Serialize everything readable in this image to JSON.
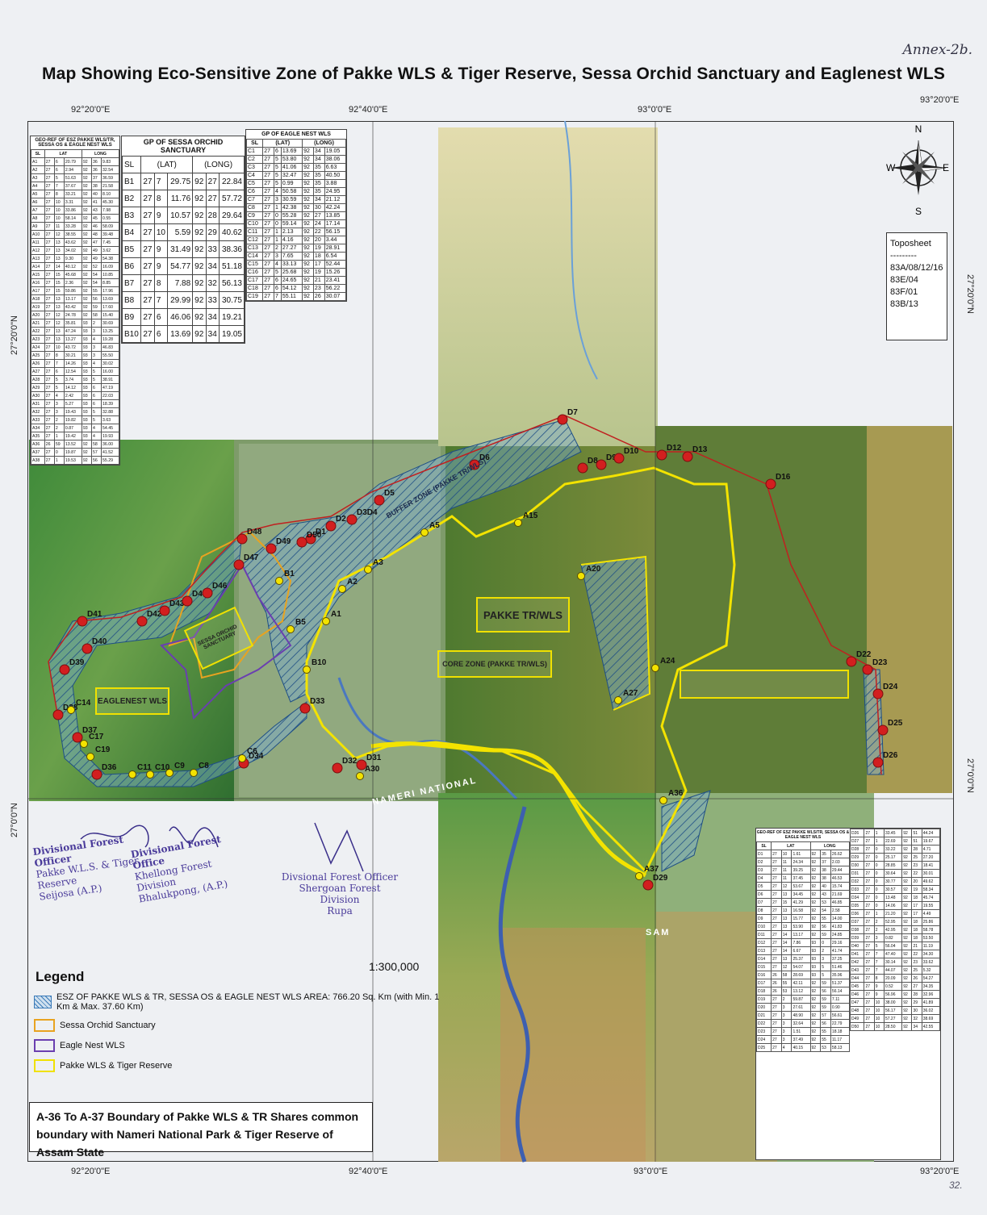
{
  "annex": "Annex-2b.",
  "title": "Map Showing Eco-Sensitive Zone of  Pakke WLS & Tiger Reserve, Sessa Orchid Sanctuary and Eaglenest WLS",
  "lon_labels": [
    "92°20'0\"E",
    "92°40'0\"E",
    "93°0'0\"E",
    "93°20'0\"E"
  ],
  "lat_labels": [
    "27°20'0\"N",
    "27°0'0\"N"
  ],
  "compass": {
    "n": "N",
    "s": "S",
    "e": "E",
    "w": "W"
  },
  "toposheet": {
    "title": "Toposheet",
    "sep": "---------",
    "sheets": [
      "83A/08/12/16",
      "83E/04",
      "83F/01",
      "83B/13"
    ]
  },
  "gp_a": {
    "title": "GEO-REF OF ESZ PAKKE WLS/TR, SESSA OS & EAGLE NEST WLS",
    "headers": [
      "SL",
      "LAT",
      "LONG"
    ],
    "rows": [
      [
        "A1",
        "27",
        "6",
        "20.79",
        "92",
        "36",
        "9.83"
      ],
      [
        "A2",
        "27",
        "6",
        "2.94",
        "92",
        "36",
        "32.54"
      ],
      [
        "A3",
        "27",
        "5",
        "51.63",
        "92",
        "37",
        "36.59"
      ],
      [
        "A4",
        "27",
        "7",
        "37.67",
        "92",
        "38",
        "21.58"
      ],
      [
        "A5",
        "27",
        "8",
        "33.21",
        "92",
        "40",
        "8.10"
      ],
      [
        "A6",
        "27",
        "10",
        "3.31",
        "92",
        "41",
        "45.30"
      ],
      [
        "A7",
        "27",
        "10",
        "33.86",
        "92",
        "43",
        "7.98"
      ],
      [
        "A8",
        "27",
        "10",
        "58.14",
        "92",
        "45",
        "0.55"
      ],
      [
        "A9",
        "27",
        "11",
        "33.28",
        "92",
        "46",
        "58.09"
      ],
      [
        "A10",
        "27",
        "12",
        "38.55",
        "92",
        "48",
        "39.48"
      ],
      [
        "A11",
        "27",
        "13",
        "43.62",
        "92",
        "47",
        "7.45"
      ],
      [
        "A12",
        "27",
        "13",
        "34.02",
        "92",
        "49",
        "3.62"
      ],
      [
        "A13",
        "27",
        "13",
        "9.30",
        "92",
        "49",
        "54.38"
      ],
      [
        "A14",
        "27",
        "14",
        "40.12",
        "92",
        "52",
        "16.09"
      ],
      [
        "A15",
        "27",
        "15",
        "45.68",
        "92",
        "54",
        "10.85"
      ],
      [
        "A16",
        "27",
        "15",
        "2.36",
        "92",
        "54",
        "8.85"
      ],
      [
        "A17",
        "27",
        "15",
        "59.86",
        "92",
        "55",
        "17.96"
      ],
      [
        "A18",
        "27",
        "13",
        "13.17",
        "92",
        "56",
        "13.69"
      ],
      [
        "A19",
        "27",
        "13",
        "43.42",
        "92",
        "59",
        "17.60"
      ],
      [
        "A20",
        "27",
        "12",
        "24.78",
        "92",
        "58",
        "15.40"
      ],
      [
        "A21",
        "27",
        "12",
        "35.81",
        "93",
        "2",
        "30.69"
      ],
      [
        "A22",
        "27",
        "13",
        "47.24",
        "93",
        "3",
        "13.25"
      ],
      [
        "A23",
        "27",
        "13",
        "13.27",
        "93",
        "4",
        "19.28"
      ],
      [
        "A24",
        "27",
        "10",
        "43.72",
        "93",
        "3",
        "46.83"
      ],
      [
        "A25",
        "27",
        "8",
        "30.21",
        "93",
        "3",
        "55.50"
      ],
      [
        "A26",
        "27",
        "7",
        "14.26",
        "93",
        "4",
        "30.02"
      ],
      [
        "A27",
        "27",
        "6",
        "12.54",
        "93",
        "5",
        "16.00"
      ],
      [
        "A28",
        "27",
        "5",
        "3.74",
        "93",
        "5",
        "38.91"
      ],
      [
        "A29",
        "27",
        "5",
        "14.12",
        "93",
        "6",
        "47.19"
      ],
      [
        "A30",
        "27",
        "4",
        "2.42",
        "93",
        "6",
        "22.03"
      ],
      [
        "A31",
        "27",
        "3",
        "5.27",
        "93",
        "6",
        "18.39"
      ],
      [
        "A32",
        "27",
        "3",
        "19.43",
        "93",
        "5",
        "32.88"
      ],
      [
        "A33",
        "27",
        "2",
        "19.82",
        "93",
        "5",
        "3.63"
      ],
      [
        "A34",
        "27",
        "2",
        "0.87",
        "93",
        "4",
        "54.45"
      ],
      [
        "A35",
        "27",
        "1",
        "19.42",
        "93",
        "4",
        "19.93"
      ],
      [
        "A36",
        "26",
        "59",
        "13.52",
        "92",
        "58",
        "36.00"
      ],
      [
        "A37",
        "27",
        "0",
        "19.87",
        "92",
        "57",
        "41.52"
      ],
      [
        "A38",
        "27",
        "1",
        "19.53",
        "92",
        "56",
        "55.29"
      ]
    ]
  },
  "gp_b": {
    "title": "GP OF SESSA ORCHID SANCTUARY",
    "headers": [
      "SL",
      "(LAT)",
      "(LONG)"
    ],
    "rows": [
      [
        "B1",
        "27",
        "7",
        "29.75",
        "92",
        "27",
        "22.84"
      ],
      [
        "B2",
        "27",
        "8",
        "11.76",
        "92",
        "27",
        "57.72"
      ],
      [
        "B3",
        "27",
        "9",
        "10.57",
        "92",
        "28",
        "29.64"
      ],
      [
        "B4",
        "27",
        "10",
        "5.59",
        "92",
        "29",
        "40.62"
      ],
      [
        "B5",
        "27",
        "9",
        "31.49",
        "92",
        "33",
        "38.36"
      ],
      [
        "B6",
        "27",
        "9",
        "54.77",
        "92",
        "34",
        "51.18"
      ],
      [
        "B7",
        "27",
        "8",
        "7.88",
        "92",
        "32",
        "56.13"
      ],
      [
        "B8",
        "27",
        "7",
        "29.99",
        "92",
        "33",
        "30.75"
      ],
      [
        "B9",
        "27",
        "6",
        "46.06",
        "92",
        "34",
        "19.21"
      ],
      [
        "B10",
        "27",
        "6",
        "13.69",
        "92",
        "34",
        "19.05"
      ]
    ]
  },
  "gp_c": {
    "title": "GP OF EAGLE NEST WLS",
    "headers": [
      "SL",
      "(LAT)",
      "(LONG)"
    ],
    "rows": [
      [
        "C1",
        "27",
        "6",
        "13.69",
        "92",
        "34",
        "19.05"
      ],
      [
        "C2",
        "27",
        "5",
        "53.80",
        "92",
        "34",
        "38.06"
      ],
      [
        "C3",
        "27",
        "5",
        "41.06",
        "92",
        "35",
        "6.63"
      ],
      [
        "C4",
        "27",
        "5",
        "32.47",
        "92",
        "35",
        "40.50"
      ],
      [
        "C5",
        "27",
        "5",
        "0.99",
        "92",
        "35",
        "3.88"
      ],
      [
        "C6",
        "27",
        "4",
        "50.58",
        "92",
        "35",
        "24.95"
      ],
      [
        "C7",
        "27",
        "3",
        "30.59",
        "92",
        "34",
        "21.12"
      ],
      [
        "C8",
        "27",
        "1",
        "42.38",
        "92",
        "30",
        "42.24"
      ],
      [
        "C9",
        "27",
        "0",
        "55.28",
        "92",
        "27",
        "13.85"
      ],
      [
        "C10",
        "27",
        "0",
        "59.14",
        "92",
        "24",
        "17.14"
      ],
      [
        "C11",
        "27",
        "1",
        "2.13",
        "92",
        "22",
        "56.15"
      ],
      [
        "C12",
        "27",
        "1",
        "4.16",
        "92",
        "20",
        "3.44"
      ],
      [
        "C13",
        "27",
        "2",
        "27.27",
        "92",
        "19",
        "28.91"
      ],
      [
        "C14",
        "27",
        "3",
        "7.65",
        "92",
        "18",
        "6.54"
      ],
      [
        "C15",
        "27",
        "4",
        "33.13",
        "92",
        "17",
        "52.44"
      ],
      [
        "C16",
        "27",
        "5",
        "25.68",
        "92",
        "19",
        "15.26"
      ],
      [
        "C17",
        "27",
        "6",
        "24.65",
        "92",
        "21",
        "23.41"
      ],
      [
        "C18",
        "27",
        "6",
        "54.12",
        "92",
        "23",
        "56.22"
      ],
      [
        "C19",
        "27",
        "7",
        "55.11",
        "92",
        "26",
        "30.07"
      ]
    ]
  },
  "gp_d": {
    "title": "GEO-REF OF ESZ PAKKE WLS/TR, SESSA OS & EAGLE NEST WLS",
    "headers": [
      "SL",
      "LAT",
      "LONG"
    ],
    "left_rows": [
      [
        "D1",
        "27",
        "10",
        "1.61",
        "92",
        "35",
        "26.62"
      ],
      [
        "D2",
        "27",
        "11",
        "24.34",
        "92",
        "37",
        "2.03"
      ],
      [
        "D3",
        "27",
        "11",
        "39.25",
        "92",
        "38",
        "29.44"
      ],
      [
        "D4",
        "27",
        "11",
        "37.45",
        "92",
        "38",
        "46.53"
      ],
      [
        "D5",
        "27",
        "12",
        "53.67",
        "92",
        "40",
        "15.74"
      ],
      [
        "D6",
        "27",
        "13",
        "34.45",
        "92",
        "43",
        "21.69"
      ],
      [
        "D7",
        "27",
        "15",
        "41.29",
        "92",
        "53",
        "46.85"
      ],
      [
        "D8",
        "27",
        "13",
        "16.58",
        "92",
        "54",
        "2.58"
      ],
      [
        "D9",
        "27",
        "13",
        "15.77",
        "92",
        "55",
        "14.00"
      ],
      [
        "D10",
        "27",
        "13",
        "53.90",
        "92",
        "56",
        "41.83"
      ],
      [
        "D11",
        "27",
        "14",
        "13.17",
        "92",
        "59",
        "24.85"
      ],
      [
        "D12",
        "27",
        "14",
        "7.86",
        "93",
        "0",
        "29.16"
      ],
      [
        "D13",
        "27",
        "14",
        "6.67",
        "93",
        "2",
        "41.74"
      ],
      [
        "D14",
        "27",
        "13",
        "25.37",
        "93",
        "3",
        "37.25"
      ],
      [
        "D15",
        "27",
        "12",
        "54.07",
        "93",
        "5",
        "51.46"
      ],
      [
        "D16",
        "26",
        "58",
        "28.69",
        "93",
        "5",
        "35.96"
      ],
      [
        "D17",
        "26",
        "55",
        "42.11",
        "92",
        "59",
        "51.37"
      ],
      [
        "D18",
        "26",
        "53",
        "13.12",
        "92",
        "56",
        "56.14"
      ],
      [
        "D19",
        "27",
        "2",
        "59.87",
        "92",
        "59",
        "7.11"
      ],
      [
        "D20",
        "27",
        "3",
        "27.61",
        "92",
        "59",
        "0.90"
      ],
      [
        "D21",
        "27",
        "3",
        "48.90",
        "92",
        "57",
        "56.61"
      ],
      [
        "D22",
        "27",
        "3",
        "32.64",
        "92",
        "56",
        "22.79"
      ],
      [
        "D23",
        "27",
        "3",
        "1.51",
        "92",
        "55",
        "18.18"
      ],
      [
        "D24",
        "27",
        "3",
        "37.49",
        "92",
        "55",
        "11.17"
      ],
      [
        "D25",
        "27",
        "4",
        "40.15",
        "92",
        "53",
        "58.13"
      ]
    ],
    "right_rows": [
      [
        "D26",
        "27",
        "1",
        "33.45",
        "92",
        "51",
        "44.24"
      ],
      [
        "D27",
        "27",
        "1",
        "22.69",
        "92",
        "51",
        "19.67"
      ],
      [
        "D28",
        "27",
        "0",
        "33.22",
        "92",
        "28",
        "4.71"
      ],
      [
        "D29",
        "27",
        "0",
        "25.17",
        "92",
        "25",
        "27.20"
      ],
      [
        "D30",
        "27",
        "0",
        "28.85",
        "92",
        "23",
        "18.41"
      ],
      [
        "D31",
        "27",
        "0",
        "30.64",
        "92",
        "22",
        "30.01"
      ],
      [
        "D32",
        "27",
        "0",
        "30.77",
        "92",
        "20",
        "49.62"
      ],
      [
        "D33",
        "27",
        "0",
        "30.57",
        "92",
        "19",
        "58.34"
      ],
      [
        "D34",
        "27",
        "0",
        "13.48",
        "92",
        "18",
        "45.74"
      ],
      [
        "D35",
        "27",
        "0",
        "14.06",
        "92",
        "17",
        "19.55"
      ],
      [
        "D36",
        "27",
        "1",
        "21.20",
        "92",
        "17",
        "4.49"
      ],
      [
        "D37",
        "27",
        "2",
        "52.95",
        "92",
        "18",
        "25.86"
      ],
      [
        "D38",
        "27",
        "2",
        "42.95",
        "92",
        "18",
        "58.78"
      ],
      [
        "D39",
        "27",
        "3",
        "0.82",
        "92",
        "18",
        "53.50"
      ],
      [
        "D40",
        "27",
        "5",
        "56.04",
        "92",
        "21",
        "11.19"
      ],
      [
        "D41",
        "27",
        "7",
        "47.40",
        "92",
        "22",
        "34.30"
      ],
      [
        "D42",
        "27",
        "7",
        "30.14",
        "92",
        "23",
        "33.62"
      ],
      [
        "D43",
        "27",
        "7",
        "44.07",
        "92",
        "25",
        "5.32"
      ],
      [
        "D44",
        "27",
        "8",
        "20.09",
        "92",
        "26",
        "54.27"
      ],
      [
        "D45",
        "27",
        "9",
        "0.52",
        "92",
        "27",
        "34.35"
      ],
      [
        "D46",
        "27",
        "9",
        "56.96",
        "92",
        "28",
        "32.96"
      ],
      [
        "D47",
        "27",
        "10",
        "38.00",
        "92",
        "29",
        "41.89"
      ],
      [
        "D48",
        "27",
        "10",
        "56.17",
        "92",
        "30",
        "36.02"
      ],
      [
        "D49",
        "27",
        "10",
        "57.27",
        "92",
        "32",
        "38.69"
      ],
      [
        "D50",
        "27",
        "10",
        "28.50",
        "92",
        "34",
        "42.55"
      ]
    ]
  },
  "map_labels": {
    "pakke": "PAKKE TR/WLS",
    "core": "CORE ZONE (PAKKE TR/WLS)",
    "eaglenest": "EAGLENEST WLS",
    "sessa": "SESSA ORCHID SANCTUARY",
    "buffer": "BUFFER ZONE (PAKKE TR/WLS)",
    "nameri": "NAMERI NATIONAL",
    "assam": "SAM"
  },
  "points": [
    {
      "label": "D1",
      "kind": "D"
    },
    {
      "label": "D2",
      "kind": "D"
    },
    {
      "label": "D3D4",
      "kind": "D"
    },
    {
      "label": "D5",
      "kind": "D"
    },
    {
      "label": "D6",
      "kind": "D"
    },
    {
      "label": "D7",
      "kind": "D"
    },
    {
      "label": "D8",
      "kind": "D"
    },
    {
      "label": "D9",
      "kind": "D"
    },
    {
      "label": "D10",
      "kind": "D"
    },
    {
      "label": "D12",
      "kind": "D"
    },
    {
      "label": "D13",
      "kind": "D"
    },
    {
      "label": "D16",
      "kind": "D"
    },
    {
      "label": "D22",
      "kind": "D"
    },
    {
      "label": "D23",
      "kind": "D"
    },
    {
      "label": "D24",
      "kind": "D"
    },
    {
      "label": "D25",
      "kind": "D"
    },
    {
      "label": "D26",
      "kind": "D"
    },
    {
      "label": "D29",
      "kind": "D"
    },
    {
      "label": "D31",
      "kind": "D"
    },
    {
      "label": "D32",
      "kind": "D"
    },
    {
      "label": "D33",
      "kind": "D"
    },
    {
      "label": "D34",
      "kind": "D"
    },
    {
      "label": "D36",
      "kind": "D"
    },
    {
      "label": "D37",
      "kind": "D"
    },
    {
      "label": "D38",
      "kind": "D"
    },
    {
      "label": "D39",
      "kind": "D"
    },
    {
      "label": "D40",
      "kind": "D"
    },
    {
      "label": "D41",
      "kind": "D"
    },
    {
      "label": "D42",
      "kind": "D"
    },
    {
      "label": "D43",
      "kind": "D"
    },
    {
      "label": "D44",
      "kind": "D"
    },
    {
      "label": "D46",
      "kind": "D"
    },
    {
      "label": "D47",
      "kind": "D"
    },
    {
      "label": "D48",
      "kind": "D"
    },
    {
      "label": "D49",
      "kind": "D"
    },
    {
      "label": "D50",
      "kind": "D"
    },
    {
      "label": "A1",
      "kind": "A"
    },
    {
      "label": "A2",
      "kind": "A"
    },
    {
      "label": "A3",
      "kind": "A"
    },
    {
      "label": "A5",
      "kind": "A"
    },
    {
      "label": "A15",
      "kind": "A"
    },
    {
      "label": "A20",
      "kind": "A"
    },
    {
      "label": "A24",
      "kind": "A"
    },
    {
      "label": "A27",
      "kind": "A"
    },
    {
      "label": "A30",
      "kind": "A"
    },
    {
      "label": "A36",
      "kind": "A"
    },
    {
      "label": "A37",
      "kind": "A"
    },
    {
      "label": "B1",
      "kind": "B"
    },
    {
      "label": "B5",
      "kind": "B"
    },
    {
      "label": "B10",
      "kind": "B"
    },
    {
      "label": "C6",
      "kind": "C"
    },
    {
      "label": "C8",
      "kind": "C"
    },
    {
      "label": "C9",
      "kind": "C"
    },
    {
      "label": "C10",
      "kind": "C"
    },
    {
      "label": "C11",
      "kind": "C"
    },
    {
      "label": "C14",
      "kind": "C"
    },
    {
      "label": "C17",
      "kind": "C"
    },
    {
      "label": "C19",
      "kind": "C"
    }
  ],
  "signatures": [
    {
      "lines": [
        "Divisional Forest Officer",
        "Pakke W.L.S. & Tiger Reserve",
        "Seijosa (A.P.)"
      ]
    },
    {
      "lines": [
        "Divisional Forest Office",
        "Khellong Forest Division",
        "Bhalukpong, (A.P.)"
      ]
    },
    {
      "lines": [
        "Divsional Forest Officer",
        "Shergoan Forest Division",
        "Rupa"
      ]
    }
  ],
  "scale": "1:300,000",
  "legend": {
    "title": "Legend",
    "items": [
      {
        "label": "ESZ OF PAKKE WLS & TR, SESSA OS & EAGLE NEST WLS AREA: 766.20 Sq. Km (with Min. 1 Km & Max. 37.60 Km)",
        "type": "hatch",
        "color": "#3a7ab8"
      },
      {
        "label": "Sessa Orchid Sanctuary",
        "type": "outline",
        "color": "#e8a320"
      },
      {
        "label": "Eagle Nest WLS",
        "type": "outline",
        "color": "#6a3fb0"
      },
      {
        "label": "Pakke WLS & Tiger Reserve",
        "type": "outline",
        "color": "#f0e100"
      }
    ]
  },
  "note": [
    "A-36 To A-37 Boundary of Pakke WLS & TR Shares common",
    "boundary with Nameri National Park & Tiger Reserve of Assam State"
  ],
  "page_number": "32."
}
